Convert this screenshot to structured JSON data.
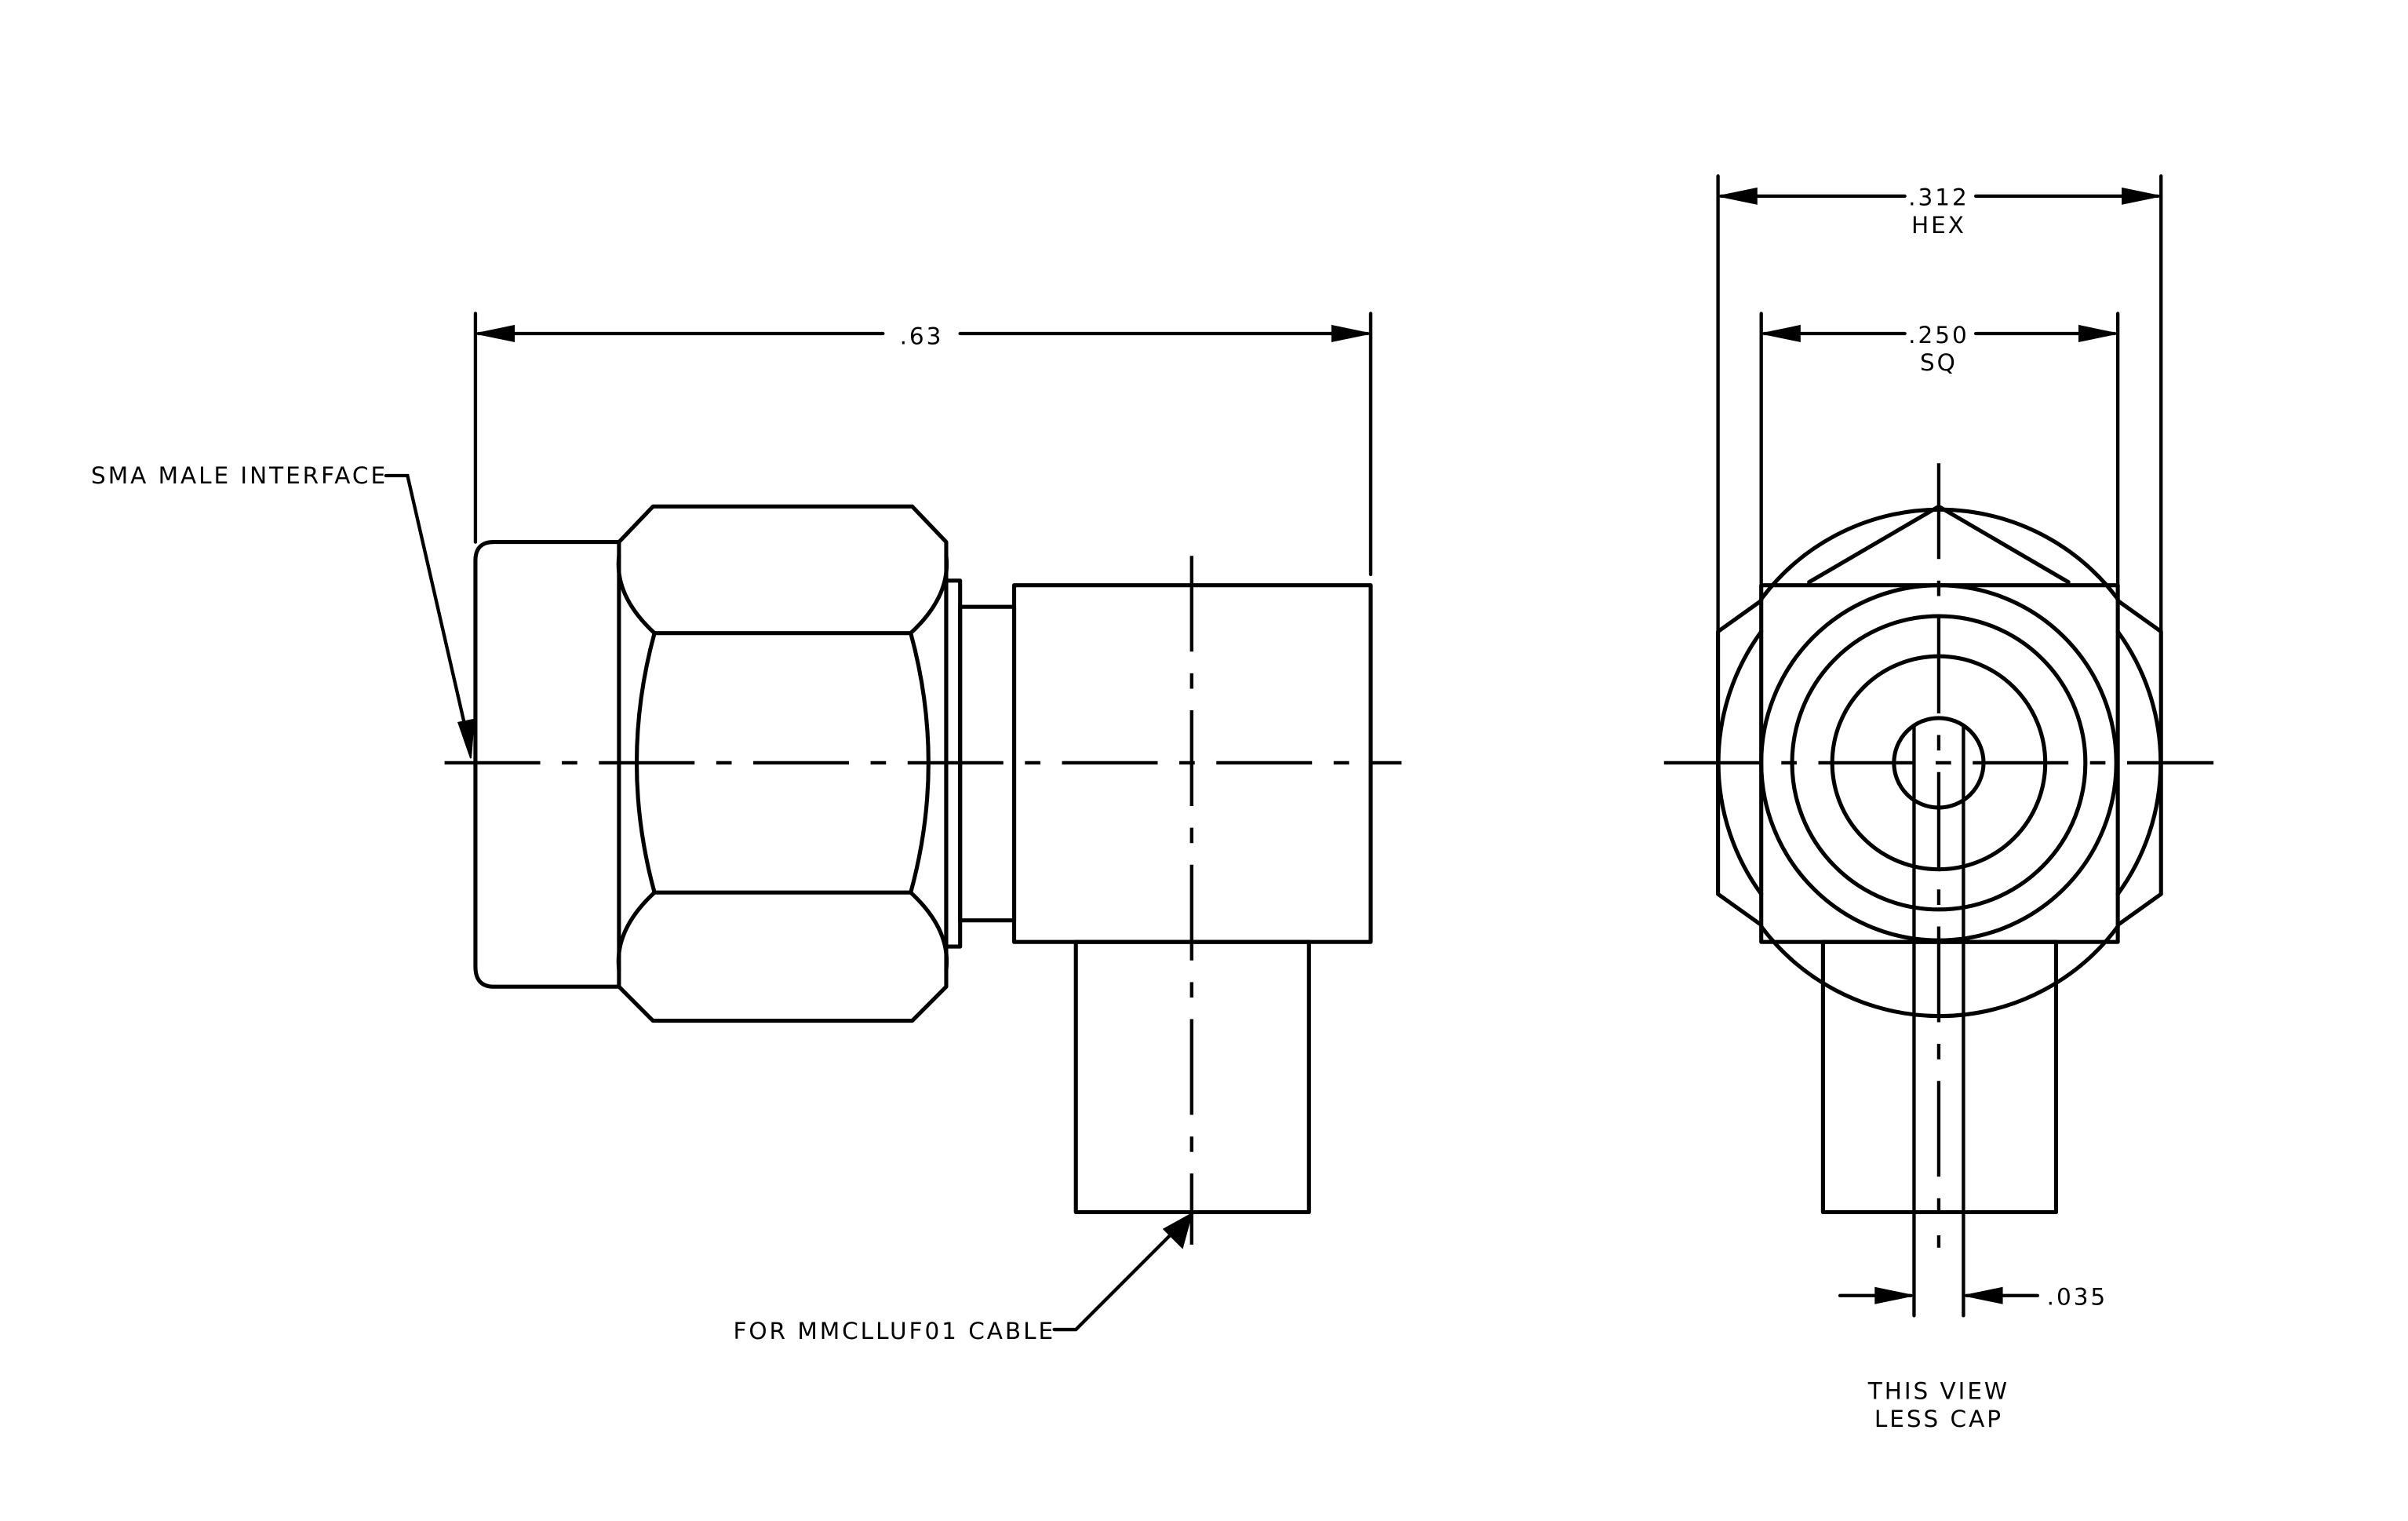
{
  "labels": {
    "length_dim": ".63",
    "hex_dim": ".312",
    "hex_note": "HEX",
    "square_dim": ".250",
    "square_note": "SQ",
    "pin_dim": ".035",
    "interface_note": "SMA MALE INTERFACE",
    "cable_note": "FOR MMCLLUF01 CABLE",
    "view_note_line1": "THIS VIEW",
    "view_note_line2": "LESS CAP"
  }
}
